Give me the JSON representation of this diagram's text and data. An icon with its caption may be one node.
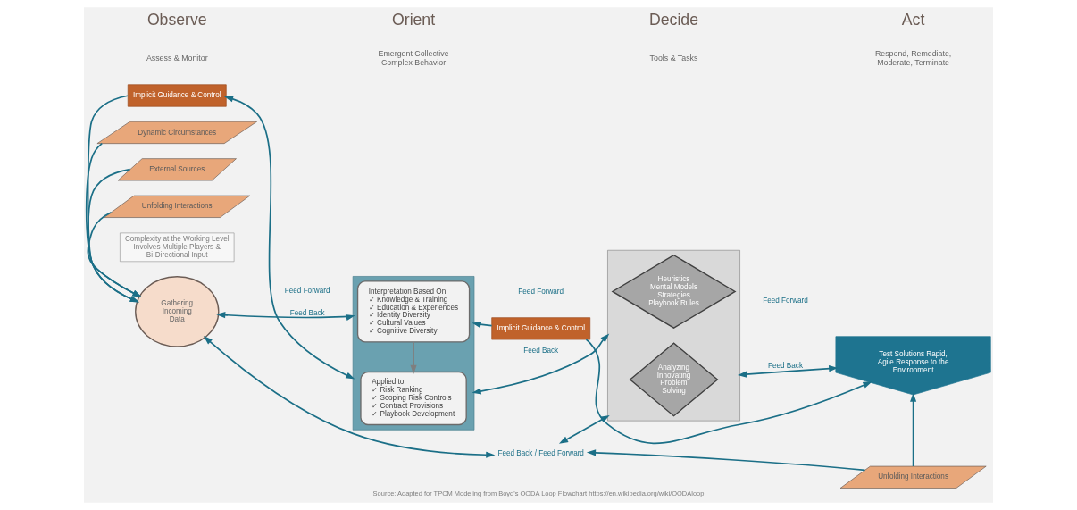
{
  "diagram": {
    "caption": "Source: Adapted for TPCM Modeling from Boyd's OODA Loop Flowchart https://en.wikipedia.org/wiki/OODAloop",
    "nodes": [
      {
        "text": [
          "Implicit Guidance & Control"
        ]
      },
      {
        "text": [
          "Gathering Incoming Data"
        ]
      },
      {
        "text": [
          "Dynamic Circumstances"
        ]
      },
      {
        "text": [
          "External Sources"
        ]
      },
      {
        "text": [
          "Unfolding Interactions"
        ]
      },
      {
        "text": [
          "Complexity at the Working Level Involves Multiple Players & Bi-Directional Input"
        ]
      },
      {
        "text": [],
        "shape": "box"
      },
      {
        "text": [
          "Interpretation Based On:",
          "✓ Knowledge & Training",
          "✓ Education & Experiences",
          "✓ Identity Diversity",
          "✓ Cultural Values",
          "✓ Cognitive Diversity"
        ],
        "in": 6
      },
      {
        "text": [
          "Applied to:",
          "✓ Risk Ranking",
          "✓ Scoping Risk Controls",
          "✓ Contract Provisions",
          "✓ Playbook Development"
        ],
        "in": 6
      },
      {
        "text": [],
        "shape": "box"
      },
      {
        "text": [
          "Heuristics Mental Models Strategies Playbook Rules"
        ],
        "in": 9
      },
      {
        "text": [
          "Analyzing Innovating Problem Solving"
        ],
        "in": 9
      },
      {
        "text": [
          "Implicit Guidance & Control"
        ]
      },
      {
        "text": [
          "Test Solutions Rapid, Agile Response to the Environment"
        ]
      },
      {
        "text": [
          "Unfolding Interactions"
        ]
      },
      {
        "text": [
          "Feed Back / Feed Forward"
        ]
      }
    ],
    "edges": [
      {
        "from": 0,
        "to": 1,
        "arrow": "to"
      },
      {
        "from": 6,
        "to": 0,
        "arrow": "both"
      },
      {
        "from": 12,
        "to": 6,
        "arrow": "to"
      },
      {
        "from": 12,
        "to": 13,
        "arrow": "to"
      },
      {
        "from": 1,
        "to": 6,
        "arrow": "both",
        "label": "Feed Back"
      },
      {
        "from": 2,
        "to": 1,
        "arrow": "to"
      },
      {
        "from": 3,
        "to": 1,
        "arrow": "to"
      },
      {
        "from": 4,
        "to": 1,
        "arrow": "to"
      },
      {
        "from": 7,
        "to": 8,
        "arrow": "to",
        "color": "#7f7f7f"
      },
      {
        "from": 6,
        "to": 9,
        "arrow": "both",
        "label": "Feed Back"
      },
      {
        "from": 9,
        "to": 13,
        "arrow": "both",
        "label": "Feed Back"
      },
      {
        "from": 14,
        "to": 13,
        "arrow": "to"
      },
      {
        "from": 1,
        "to": 15,
        "arrow": "both"
      },
      {
        "from": 9,
        "to": 15,
        "arrow": "both"
      },
      {
        "from": 14,
        "to": 15,
        "arrow": "to"
      }
    ],
    "labels": [
      "Observe",
      "Assess & Monitor",
      "Orient",
      "Emergent Collective Complex Behavior",
      "Decide",
      "Tools & Tasks",
      "Act",
      "Respond, Remediate, Moderate, Terminate",
      "Feed Forward",
      "Feed Forward",
      "Feed Forward"
    ]
  }
}
